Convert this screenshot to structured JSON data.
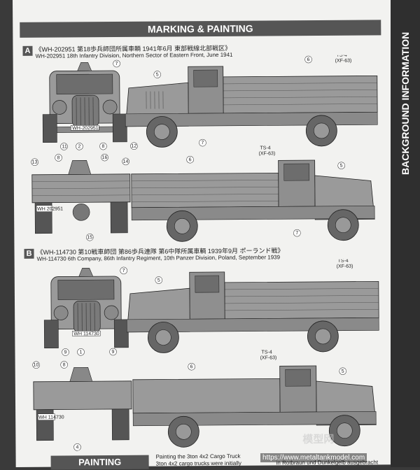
{
  "banner_title": "MARKING & PAINTING",
  "side_tab": "BACKGROUND INFORMATION",
  "section_a": {
    "letter": "A",
    "caption_jp": "《WH-202951 第18歩兵師団所属車輌 1941年6月 東部戦線北部戦区》",
    "caption_en": "WH-202951 18th Infantry Division, Northern Sector of Eastern Front, June 1941",
    "ts_label": "TS-4",
    "xf_label": "(XF-63)"
  },
  "section_b": {
    "letter": "B",
    "caption_jp": "《WH-114730 第10戦車師団 第86歩兵連隊 第6中隊所属車輌 1939年9月 ポーランド戦》",
    "caption_en": "WH-114730 6th Company, 86th Infantry Regiment, 10th Panzer Division, Poland, September 1939",
    "ts_label": "TS-4",
    "xf_label": "(XF-63)"
  },
  "plates": {
    "a_front": "WH-202951",
    "a_rear": "WH 202951",
    "b_front": "WH 114730",
    "b_rear": "WH 114730"
  },
  "callouts": {
    "n5": "5",
    "n6": "6",
    "n7": "7",
    "n8": "8",
    "n9": "9",
    "n10": "10",
    "n11": "11",
    "n12": "12",
    "n13": "13",
    "n14": "14",
    "n15": "15",
    "n16": "16",
    "n1": "1",
    "n2": "2",
    "n4": "4"
  },
  "bottom_banner": "PAINTING",
  "bottom_text": {
    "line1": "Painting the 3ton 4x2 Cargo Truck",
    "line2": "3ton 4x2 cargo trucks were initially",
    "right1": "in Rotbraun und Dunkelgelb ausgebracht"
  },
  "watermark": "模型网",
  "footer_url": "https://www.metaltankmodel.com"
}
